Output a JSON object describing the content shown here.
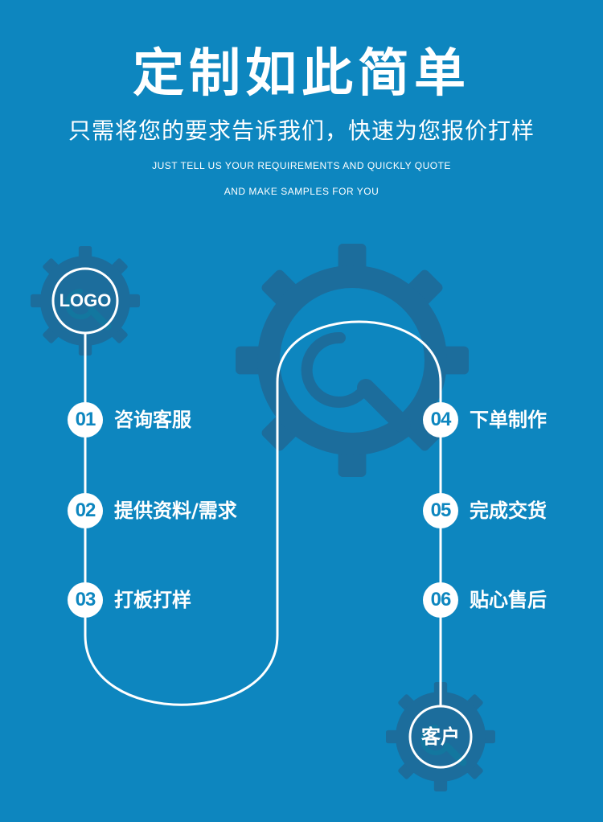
{
  "header": {
    "title": "定制如此简单",
    "subtitle": "只需将您的要求告诉我们，快速为您报价打样",
    "subtitle_en_line1": "JUST TELL US YOUR REQUIREMENTS AND QUICKLY QUOTE",
    "subtitle_en_line2": "AND MAKE SAMPLES FOR YOU"
  },
  "flow": {
    "start_label": "LOGO",
    "end_label": "客户",
    "steps": [
      {
        "num": "01",
        "label": "咨询客服"
      },
      {
        "num": "02",
        "label": "提供资料/需求"
      },
      {
        "num": "03",
        "label": "打板打样"
      },
      {
        "num": "04",
        "label": "下单制作"
      },
      {
        "num": "05",
        "label": "完成交货"
      },
      {
        "num": "06",
        "label": "贴心售后"
      }
    ]
  },
  "colors": {
    "background": "#0d86bf",
    "decor_gear": "#1c6d9c",
    "foreground": "#ffffff"
  },
  "icons": [
    "gear-icon",
    "wrench-icon"
  ]
}
